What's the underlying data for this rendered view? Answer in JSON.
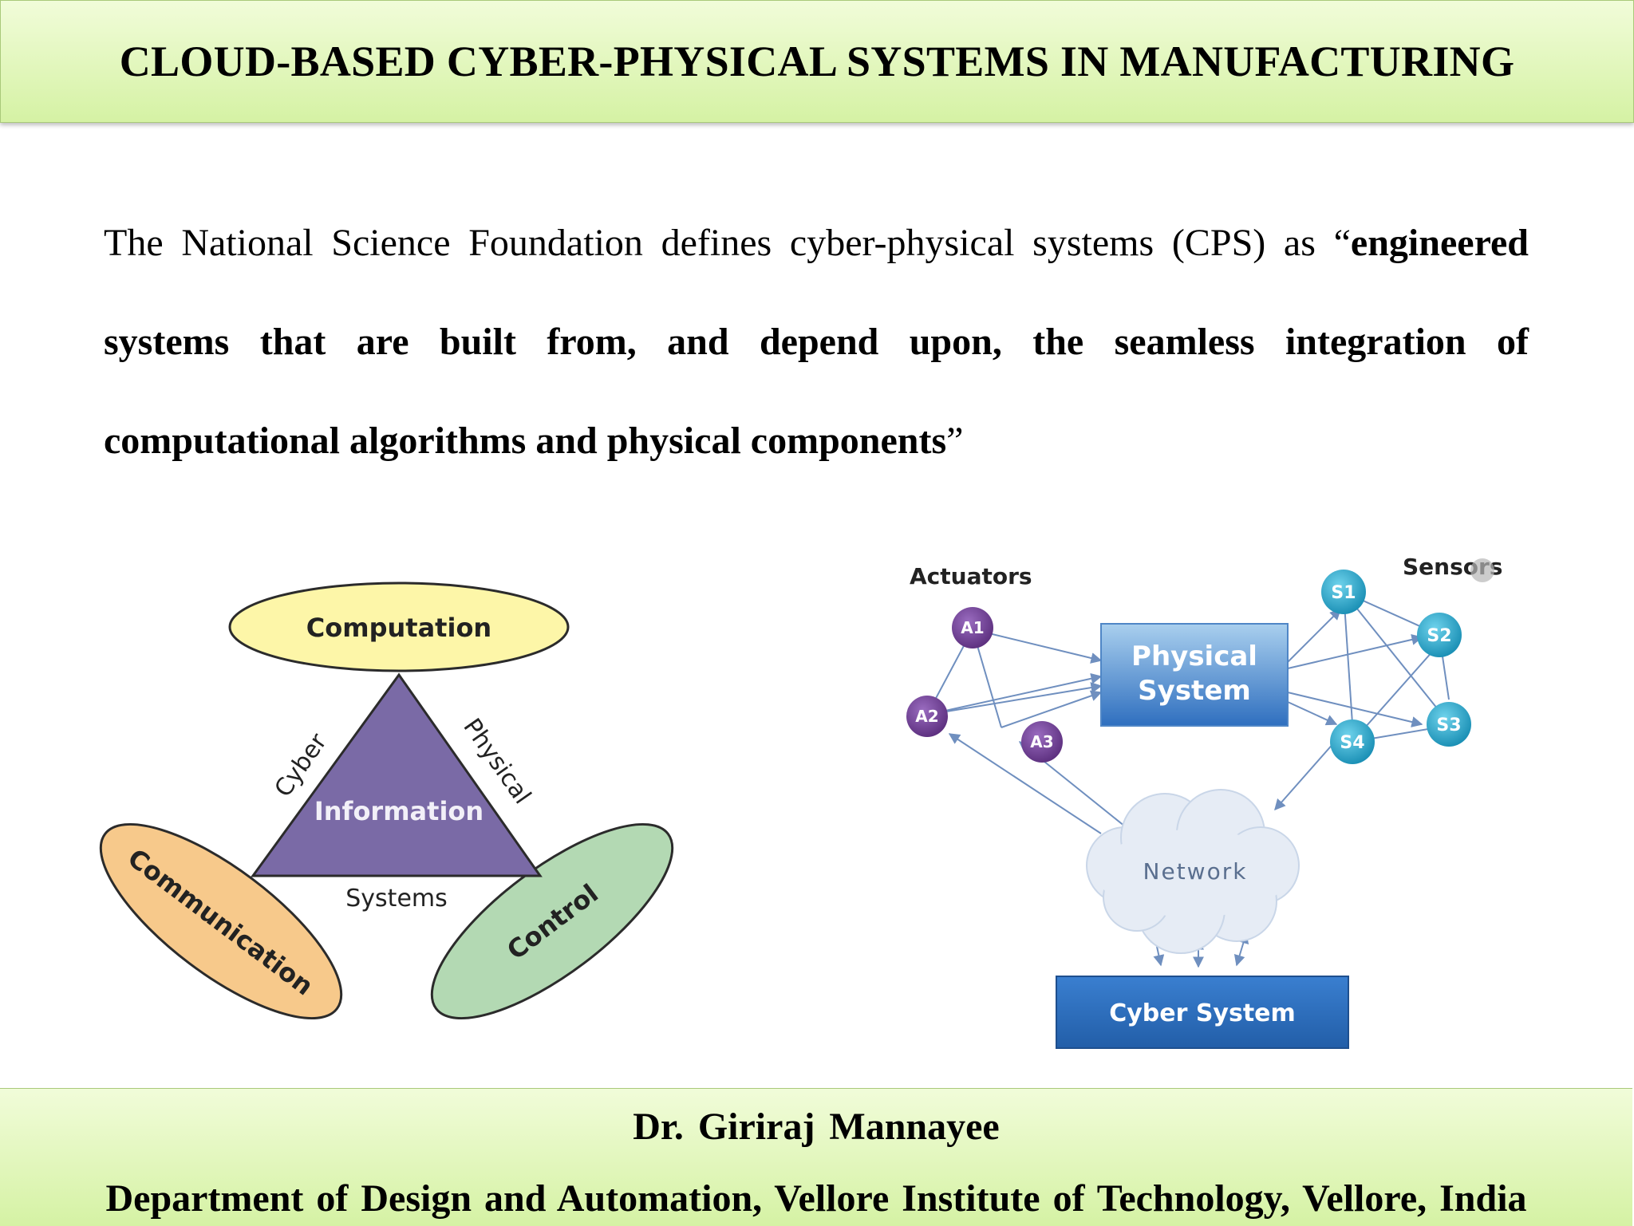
{
  "header": {
    "title": "CLOUD-BASED CYBER-PHYSICAL SYSTEMS IN MANUFACTURING"
  },
  "body": {
    "intro": "The National Science Foundation defines cyber-physical systems (CPS) as ",
    "quote_open": "“",
    "quote_text": "engineered systems that are built from, and depend upon, the seamless integration of computational algorithms and physical components",
    "quote_close": "”"
  },
  "left_diagram": {
    "top_ellipse": "Computation",
    "left_ellipse": "Communication",
    "right_ellipse": "Control",
    "center": "Information",
    "left_side": "Cyber",
    "right_side": "Physical",
    "bottom_side": "Systems",
    "colors": {
      "computation": "#fdf6a8",
      "communication": "#f7c98b",
      "control": "#b3d9b3",
      "triangle": "#7a6aa6"
    }
  },
  "right_diagram": {
    "actuators_label": "Actuators",
    "sensors_label": "Sensors",
    "actuators": [
      "A1",
      "A2",
      "A3"
    ],
    "sensors": [
      "S1",
      "S2",
      "S3",
      "S4"
    ],
    "physical_system": "Physical\nSystem",
    "physical_line1": "Physical",
    "physical_line2": "System",
    "network": "Network",
    "cyber_system": "Cyber System",
    "colors": {
      "actuator": "#6b3a8c",
      "sensor": "#1ea0c8",
      "box": "#2f6fbf"
    }
  },
  "footer": {
    "name": "Dr. Giriraj  Mannayee",
    "department": "Department of  Design and Automation,  Vellore Institute of  Technology, Vellore, India"
  }
}
